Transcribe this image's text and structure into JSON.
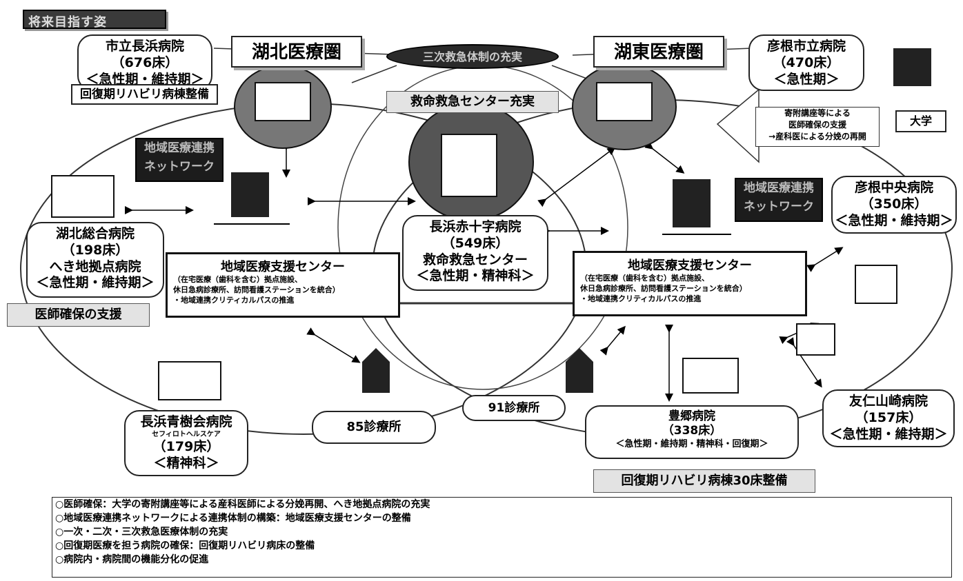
{
  "title": "将来目指す姿",
  "region_hokuhoku": "湖北医療圏",
  "region_koto": "湖東医療圏",
  "emergency_system": "三次救急体制の充実",
  "emergency_center": "救命救急センター充実",
  "university": "大学",
  "univ_support": [
    "寄附講座等による",
    "医師確保の支援",
    "→産科医による分娩の再開"
  ],
  "network_label": [
    "地域医療連携",
    "ネットワーク"
  ],
  "rehab_ward": "回復期リハビリ病棟整備",
  "rehab_30": "回復期リハビリ病棟30床整備",
  "doctor_support": "医師確保の支援",
  "hospitals": {
    "nagahama_city": [
      "市立長浜病院",
      "（676床）",
      "＜急性期・維持期＞"
    ],
    "hikone_city": [
      "彦根市立病院",
      "（470床）",
      "＜急性期＞"
    ],
    "kohoku": [
      "湖北総合病院",
      "（198床）",
      "へき地拠点病院",
      "＜急性期・維持期＞"
    ],
    "red_cross": [
      "長浜赤十字病院",
      "（549床）",
      "救命救急センター",
      "＜急性期・精神科＞"
    ],
    "hikone_central": [
      "彦根中央病院",
      "（350床）",
      "＜急性期・維持期＞"
    ],
    "seiju": [
      "長浜青樹会病院",
      "セフィロトヘルスケア",
      "（179床）",
      "＜精神科＞"
    ],
    "toyosato": [
      "豊郷病院",
      "（338床）",
      "＜急性期・維持期・精神科・回復期＞"
    ],
    "yujin": [
      "友仁山崎病院",
      "（157床）",
      "＜急性期・維持期＞"
    ]
  },
  "clinics_85": "85診療所",
  "clinics_91": "91診療所",
  "support_center": {
    "title": "地域医療支援センター",
    "lines": [
      "（在宅医療（歯科を含む）拠点施設、",
      "休日急病診療所、訪問看護ステーションを統合）",
      "・地域連携クリティカルパスの推進"
    ]
  },
  "notes": [
    "○医師確保：大学の寄附講座等による産科医師による分娩再開、へき地拠点病院の充実",
    "○地域医療連携ネットワークによる連携体制の構築：地域医療支援センターの整備",
    "○一次・二次・三次救急医療体制の充実",
    "○回復期医療を担う病院の確保：回復期リハビリ病床の整備",
    "○病院内・病院間の機能分化の促進"
  ]
}
